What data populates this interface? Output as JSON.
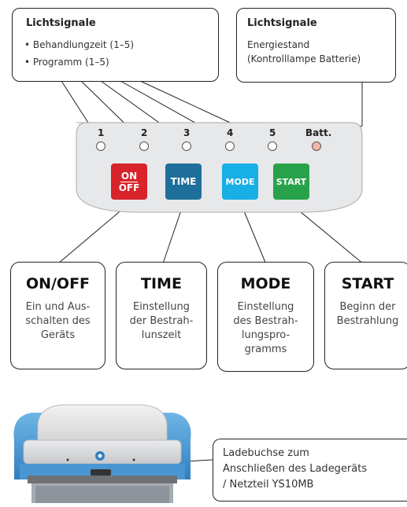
{
  "callout_left": {
    "title": "Lichtsignale",
    "lines": [
      "• Behandlungzeit (1–5)",
      "• Programm (1–5)"
    ]
  },
  "callout_right": {
    "title": "Lichtsignale",
    "lines": [
      "Energiestand",
      "(Kontrolllampe Batterie)"
    ]
  },
  "panel": {
    "leds": [
      "1",
      "2",
      "3",
      "4",
      "5",
      "Batt."
    ],
    "buttons": {
      "onoff_top": "ON",
      "onoff_bottom": "OFF",
      "time": "TIME",
      "mode": "MODE",
      "start": "START"
    },
    "colors": {
      "onoff": "#d8232a",
      "time": "#1f6f9b",
      "mode": "#18aee6",
      "start": "#27a24a",
      "batt_led": "#f2b5a8",
      "panel": "#e7e8ea"
    }
  },
  "functions": [
    {
      "title": "ON/OFF",
      "lines": [
        "Ein und Aus-",
        "schalten des",
        "Geräts"
      ]
    },
    {
      "title": "TIME",
      "lines": [
        "Einstellung",
        "der Bestrah-",
        "lunszeit"
      ]
    },
    {
      "title": "MODE",
      "lines": [
        "Einstellung",
        "des Bestrah-",
        "lungspro-",
        "gramms"
      ]
    },
    {
      "title": "START",
      "lines": [
        "Beginn der",
        "Bestrahlung"
      ]
    }
  ],
  "charger_callout": {
    "lines": [
      "Ladebuchse zum",
      "Anschließen des Ladegeräts",
      "/ Netzteil YS10MB"
    ]
  }
}
